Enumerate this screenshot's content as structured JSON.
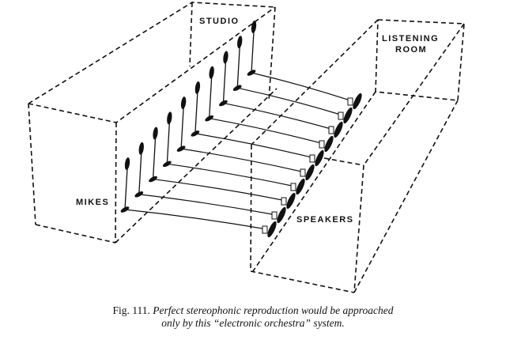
{
  "labels": {
    "studio": "STUDIO",
    "listening_line1": "LISTENING",
    "listening_line2": "ROOM",
    "mikes": "MIKES",
    "speakers": "SPEAKERS"
  },
  "caption": {
    "figure_number": "Fig. 111.",
    "line1": "Perfect stereophonic reproduction would be approached",
    "line2": "only by this “electronic orchestra” system."
  },
  "channels": 10,
  "colors": {
    "ink": "#111111",
    "background": "#ffffff"
  }
}
